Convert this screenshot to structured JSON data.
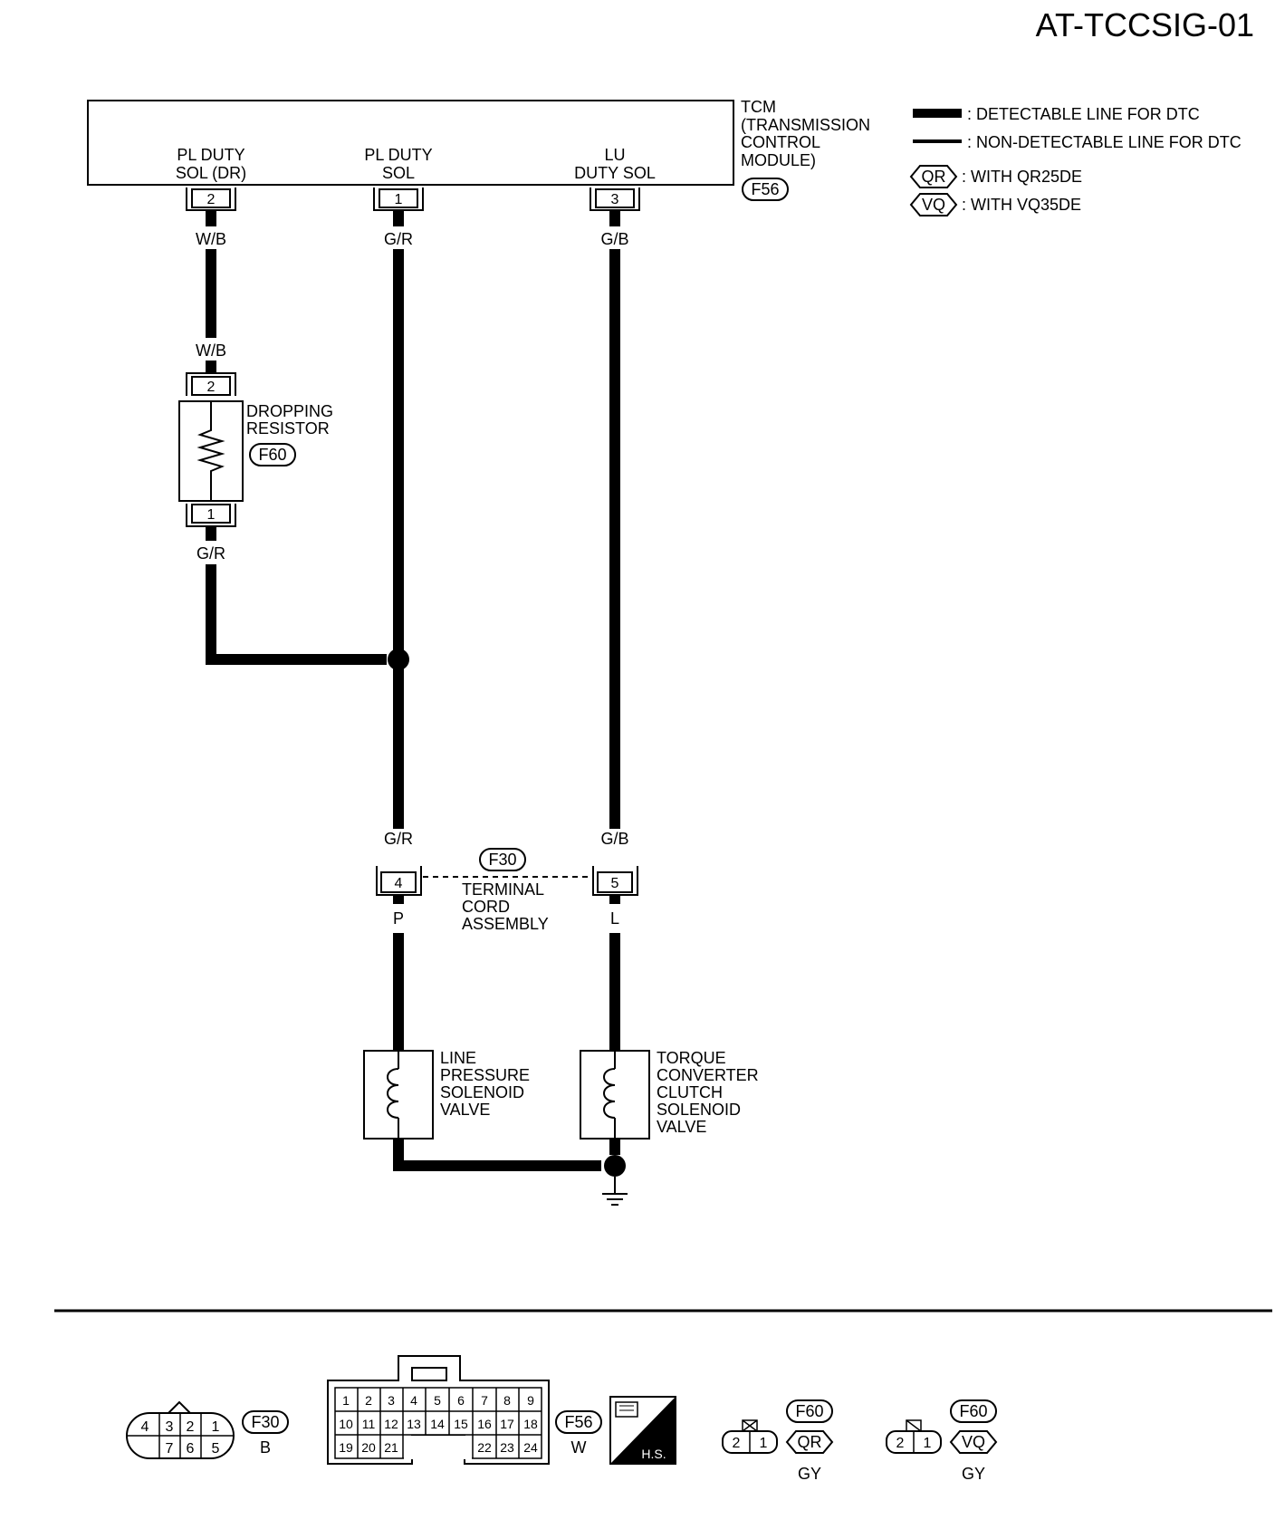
{
  "diagram_id": "AT-TCCSIG-01",
  "tcm": {
    "name_lines": [
      "TCM",
      "(TRANSMISSION",
      "CONTROL",
      "MODULE)"
    ],
    "connector": "F56"
  },
  "legend": {
    "detectable": ": DETECTABLE LINE FOR DTC",
    "non_detectable": ": NON-DETECTABLE LINE FOR DTC",
    "qr_tag": "QR",
    "qr_text": ": WITH QR25DE",
    "vq_tag": "VQ",
    "vq_text": ": WITH VQ35DE"
  },
  "terminals": {
    "pl_duty_dr": {
      "lines": [
        "PL DUTY",
        "SOL (DR)"
      ],
      "pin": "2",
      "wire_top": "W/B"
    },
    "pl_duty": {
      "lines": [
        "PL DUTY",
        "SOL"
      ],
      "pin": "1",
      "wire_top": "G/R"
    },
    "lu_duty": {
      "lines": [
        "LU",
        "DUTY SOL"
      ],
      "pin": "3",
      "wire_top": "G/B"
    }
  },
  "dropping_resistor": {
    "lines": [
      "DROPPING",
      "RESISTOR"
    ],
    "connector": "F60",
    "pin_top": "2",
    "pin_bottom": "1",
    "wire_in": "W/B",
    "wire_out": "G/R"
  },
  "terminal_cord": {
    "connector": "F30",
    "lines": [
      "TERMINAL",
      "CORD",
      "ASSEMBLY"
    ],
    "pin_left": "4",
    "pin_right": "5",
    "wire_left_in": "G/R",
    "wire_left_out": "P",
    "wire_right_in": "G/B",
    "wire_right_out": "L"
  },
  "line_pressure_valve": {
    "lines": [
      "LINE",
      "PRESSURE",
      "SOLENOID",
      "VALVE"
    ]
  },
  "torque_converter_valve": {
    "lines": [
      "TORQUE",
      "CONVERTER",
      "CLUTCH",
      "SOLENOID",
      "VALVE"
    ]
  },
  "connector_views": {
    "f30": {
      "name": "F30",
      "color": "B",
      "pins_top": [
        "4",
        "3",
        "2",
        "1"
      ],
      "pins_bottom": [
        "7",
        "6",
        "5"
      ]
    },
    "f56": {
      "name": "F56",
      "color": "W",
      "rows": [
        [
          "1",
          "2",
          "3",
          "4",
          "5",
          "6",
          "7",
          "8",
          "9"
        ],
        [
          "10",
          "11",
          "12",
          "13",
          "14",
          "15",
          "16",
          "17",
          "18"
        ],
        [
          "19",
          "20",
          "21",
          "22",
          "23",
          "24"
        ]
      ],
      "hs_label": "H.S."
    },
    "f60_qr": {
      "name": "F60",
      "tag": "QR",
      "pins": [
        "2",
        "1"
      ],
      "color": "GY"
    },
    "f60_vq": {
      "name": "F60",
      "tag": "VQ",
      "pins": [
        "2",
        "1"
      ],
      "color": "GY"
    }
  }
}
